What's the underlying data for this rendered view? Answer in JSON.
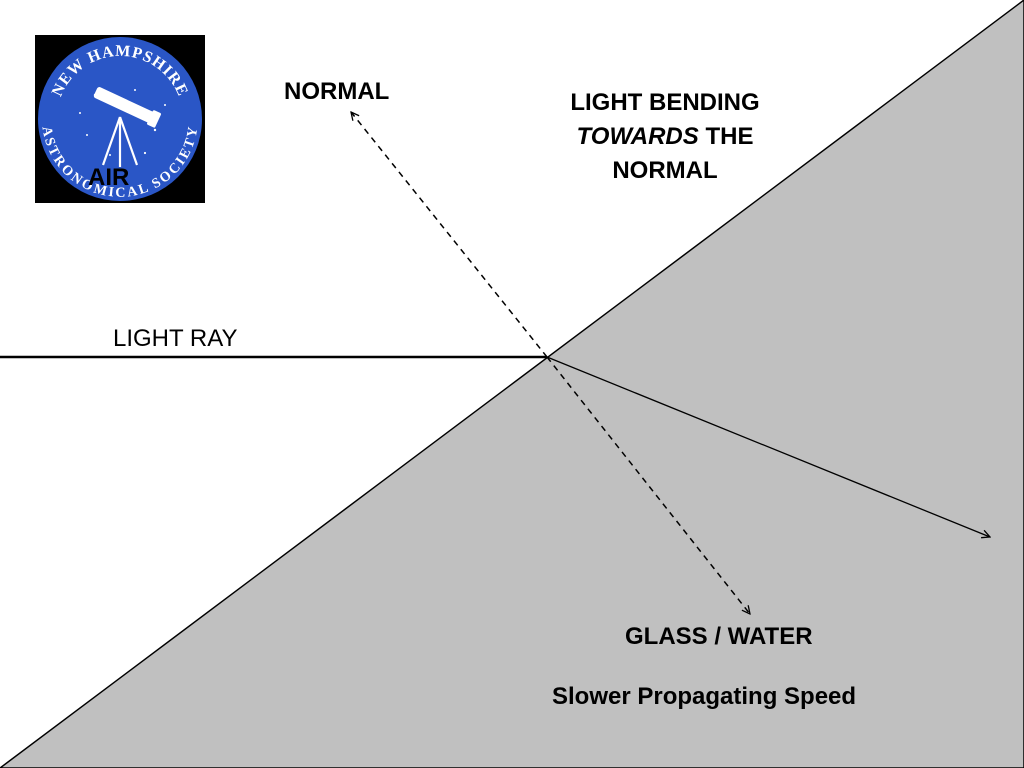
{
  "colors": {
    "background": "#ffffff",
    "medium_fill": "#c0c0c0",
    "line": "#000000",
    "logo_bg": "#000000",
    "logo_disc": "#2a56c6",
    "logo_text": "#ffffff"
  },
  "logo": {
    "top_text": "NEW HAMPSHIRE",
    "bottom_text": "ASTRONOMICAL SOCIETY",
    "icon": "telescope-icon"
  },
  "labels": {
    "air": "AIR",
    "normal": "NORMAL",
    "light_ray": "LIGHT RAY",
    "bending_line1": "LIGHT BENDING",
    "bending_towards": "TOWARDS",
    "bending_the": " THE",
    "bending_line3": "NORMAL",
    "medium": "GLASS / WATER",
    "speed": "Slower Propagating Speed"
  }
}
